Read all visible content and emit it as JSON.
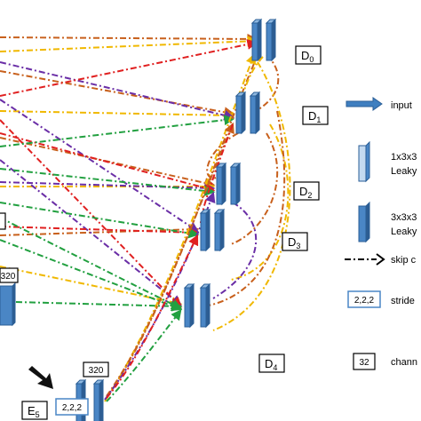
{
  "decoder_labels": {
    "d0": {
      "main": "D",
      "sub": "0"
    },
    "d1": {
      "main": "D",
      "sub": "1"
    },
    "d2": {
      "main": "D",
      "sub": "2"
    },
    "d3": {
      "main": "D",
      "sub": "3"
    },
    "d4": {
      "main": "D",
      "sub": "4"
    }
  },
  "encoder_labels": {
    "e5": {
      "main": "E",
      "sub": "5"
    }
  },
  "channel_badges": {
    "e5_top": "320",
    "left_mid": "320"
  },
  "stride_badges": {
    "e5_side": "2,2,2"
  },
  "legend": {
    "input": "input",
    "conv1_line1": "1x3x3",
    "conv1_line2": "Leaky",
    "conv3_line1": "3x3x3",
    "conv3_line2": "Leaky",
    "skip": "skip c",
    "stride_badge": "2,2,2",
    "stride": "stride",
    "channel_badge": "32",
    "channel": "chann"
  },
  "colors": {
    "block": "#4a86c5",
    "block_light": "#c4daf0",
    "block_stroke": "#2b5f97",
    "orange_brown": "#c8601c",
    "gold": "#f0b800",
    "purple": "#6a2ea6",
    "red": "#e02020",
    "green": "#22a040",
    "arrow_blue": "#3f7fc0"
  }
}
